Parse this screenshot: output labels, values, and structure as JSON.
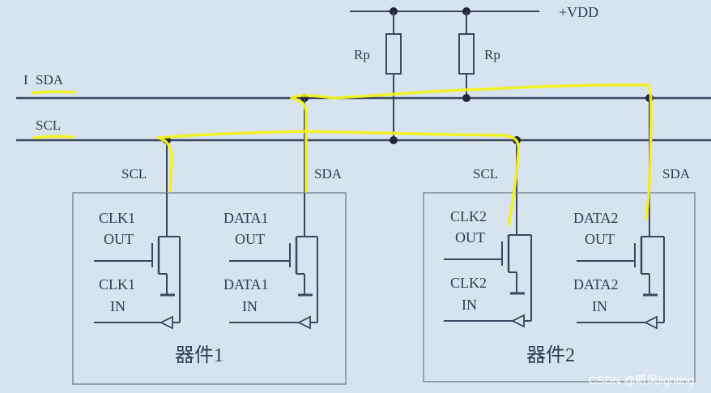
{
  "supply": {
    "label": "+VDD"
  },
  "pullups": [
    {
      "label": "Rp"
    },
    {
      "label": "Rp"
    }
  ],
  "bus": {
    "sda_glyph": "I",
    "sda_label": "SDA",
    "scl_label": "SCL"
  },
  "devices": [
    {
      "title": "器件1",
      "scl_label": "SCL",
      "sda_label": "SDA",
      "clk_out": [
        "CLK1",
        "OUT"
      ],
      "clk_in": [
        "CLK1",
        "IN"
      ],
      "data_out": [
        "DATA1",
        "OUT"
      ],
      "data_in": [
        "DATA1",
        "IN"
      ]
    },
    {
      "title": "器件2",
      "scl_label": "SCL",
      "sda_label": "SDA",
      "clk_out": [
        "CLK2",
        "OUT"
      ],
      "clk_in": [
        "CLK2",
        "IN"
      ],
      "data_out": [
        "DATA2",
        "OUT"
      ],
      "data_in": [
        "DATA2",
        "IN"
      ]
    }
  ],
  "watermark": "CSDN @听风lighting",
  "colors": {
    "background": "#d7e4ef",
    "wire": "#3c465e",
    "highlight": "#f4f21a",
    "box": "#7f8ba0"
  }
}
